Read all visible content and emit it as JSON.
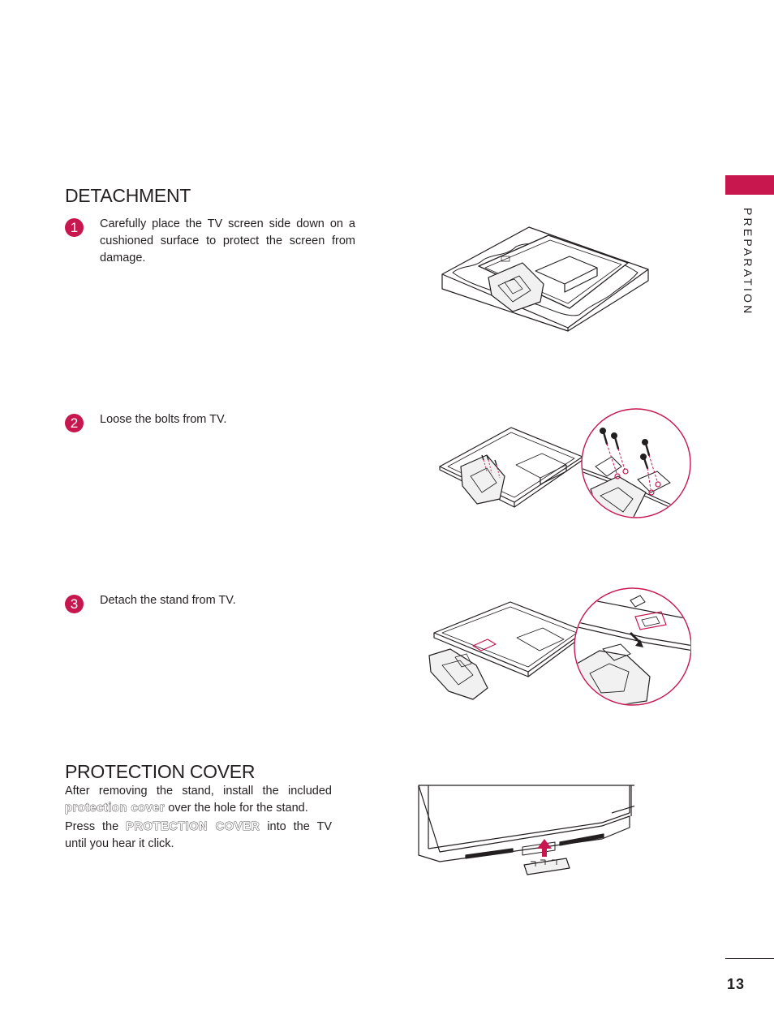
{
  "sidebar": {
    "section_label": "PREPARATION"
  },
  "detachment": {
    "title": "DETACHMENT",
    "steps": [
      {
        "number": "1",
        "text": "Carefully place the TV screen side down on a cushioned surface to protect the screen from damage."
      },
      {
        "number": "2",
        "text": "Loose the bolts from TV."
      },
      {
        "number": "3",
        "text": "Detach the stand from TV."
      }
    ]
  },
  "protection_cover": {
    "title": "PROTECTION COVER",
    "para1_before": "After removing the stand, install the included",
    "para1_emph": "protection cover",
    "para1_after": "over the hole for the stand.",
    "para2_before": "Press the",
    "para2_emph": "PROTECTION COVER",
    "para2_after": "into the TV until you hear it click."
  },
  "footer": {
    "page_number": "13"
  },
  "colors": {
    "accent": "#c8174e",
    "text": "#231f20"
  }
}
